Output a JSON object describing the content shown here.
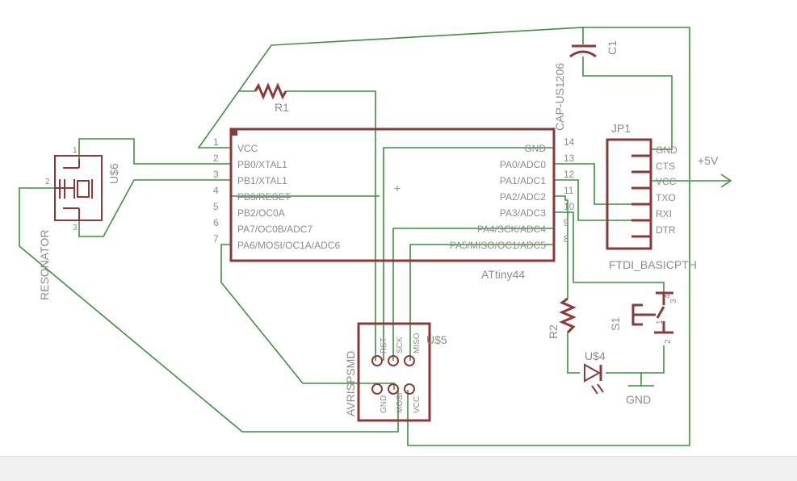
{
  "colors": {
    "wire": "#3f8f3f",
    "part": "#8b3a3a",
    "text": "#8c8c8c",
    "background": "#ffffff"
  },
  "capacitor": {
    "name": "C1",
    "value": "CAP-US1206"
  },
  "resistor_r1": {
    "name": "R1"
  },
  "resistor_r2": {
    "name": "R2"
  },
  "mcu": {
    "value": "ATtiny44",
    "left_pins": [
      {
        "num": "1",
        "name": "VCC"
      },
      {
        "num": "2",
        "name": "PB0/XTAL1"
      },
      {
        "num": "3",
        "name": "PB1/XTAL1"
      },
      {
        "num": "4",
        "name": "PB3/RESET"
      },
      {
        "num": "5",
        "name": "PB2/OC0A"
      },
      {
        "num": "6",
        "name": "PA7/OC0B/ADC7"
      },
      {
        "num": "7",
        "name": "PA6/MOSI/OC1A/ADC6"
      }
    ],
    "right_pins": [
      {
        "num": "14",
        "name": "GND"
      },
      {
        "num": "13",
        "name": "PA0/ADC0"
      },
      {
        "num": "12",
        "name": "PA1/ADC1"
      },
      {
        "num": "11",
        "name": "PA2/ADC2"
      },
      {
        "num": "10",
        "name": "PA3/ADC3"
      },
      {
        "num": "9",
        "name": "PA4/SCK/ADC4"
      },
      {
        "num": "8",
        "name": "PA5/MISO/OC1/ADC5"
      }
    ]
  },
  "header": {
    "name": "JP1",
    "value": "FTDI_BASICPTH",
    "pins": [
      "GND",
      "CTS",
      "VCC",
      "TXO",
      "RXI",
      "DTR"
    ]
  },
  "power": {
    "label": "+5V"
  },
  "resonator": {
    "name": "U$6",
    "value": "RESONATOR",
    "pins": [
      "1",
      "2",
      "3"
    ]
  },
  "isp": {
    "name": "U$5",
    "value": "AVRISPSMD",
    "top_pins": [
      "RST",
      "SCK",
      "MISO"
    ],
    "bottom_pins": [
      "GND",
      "MOSI",
      "VCC"
    ]
  },
  "switch": {
    "name": "S1",
    "pins": [
      "1",
      "2",
      "3",
      "4"
    ]
  },
  "led": {
    "name": "U$4"
  },
  "ground": {
    "label": "GND"
  }
}
